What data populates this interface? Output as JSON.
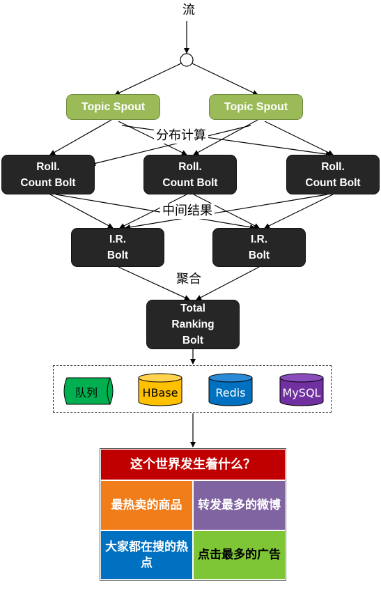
{
  "labels": {
    "stream": "流",
    "distributed": "分布计算",
    "intermediate": "中间结果",
    "aggregate": "聚合"
  },
  "nodes": {
    "spout_left": "Topic Spout",
    "spout_right": "Topic Spout",
    "roll_left": [
      "Roll.",
      "Count Bolt"
    ],
    "roll_mid": [
      "Roll.",
      "Count Bolt"
    ],
    "roll_right": [
      "Roll.",
      "Count Bolt"
    ],
    "ir_left": [
      "I.R.",
      "Bolt"
    ],
    "ir_right": [
      "I.R.",
      "Bolt"
    ],
    "total": [
      "Total",
      "Ranking",
      "Bolt"
    ]
  },
  "storage": {
    "queue": "队列",
    "hbase": "HBase",
    "redis": "Redis",
    "mysql": "MySQL"
  },
  "colors": {
    "spout": "#9bbb59",
    "bolt": "#262626",
    "hbase": "#ffc000",
    "redis": "#0070c0",
    "mysql": "#7030a0",
    "queue": "#00b050",
    "red": "#c00000",
    "orange": "#f07d1a",
    "purple": "#8064a2",
    "blue": "#0070c0",
    "lightgreen": "#7ec636"
  },
  "results": {
    "title": "这个世界发生着什么？",
    "cells": [
      "最热卖的商品",
      "转发最多的微博",
      "大家都在搜的热点",
      "点击最多的广告"
    ]
  }
}
